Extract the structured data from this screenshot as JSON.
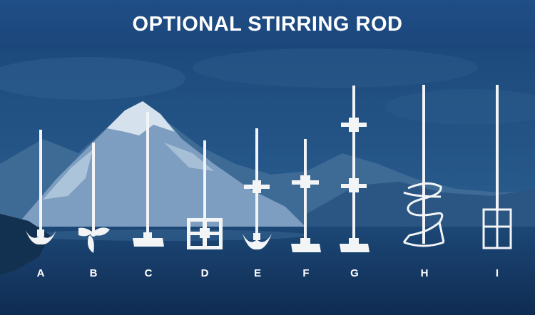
{
  "header": {
    "title": "OPTIONAL STIRRING ROD"
  },
  "colors": {
    "header_bg": "#1d4a80",
    "rod": "#f2f4f6",
    "background": "#173e6d"
  },
  "rods": [
    {
      "label": "A",
      "type": "propeller-blade"
    },
    {
      "label": "B",
      "type": "three-blade-propeller"
    },
    {
      "label": "C",
      "type": "flat-disc-blade"
    },
    {
      "label": "D",
      "type": "frame-paddle"
    },
    {
      "label": "E",
      "type": "double-layer-propeller"
    },
    {
      "label": "F",
      "type": "double-layer-flat-blade"
    },
    {
      "label": "G",
      "type": "triple-layer-blade"
    },
    {
      "label": "H",
      "type": "spiral-ribbon"
    },
    {
      "label": "I",
      "type": "anchor-frame"
    }
  ]
}
